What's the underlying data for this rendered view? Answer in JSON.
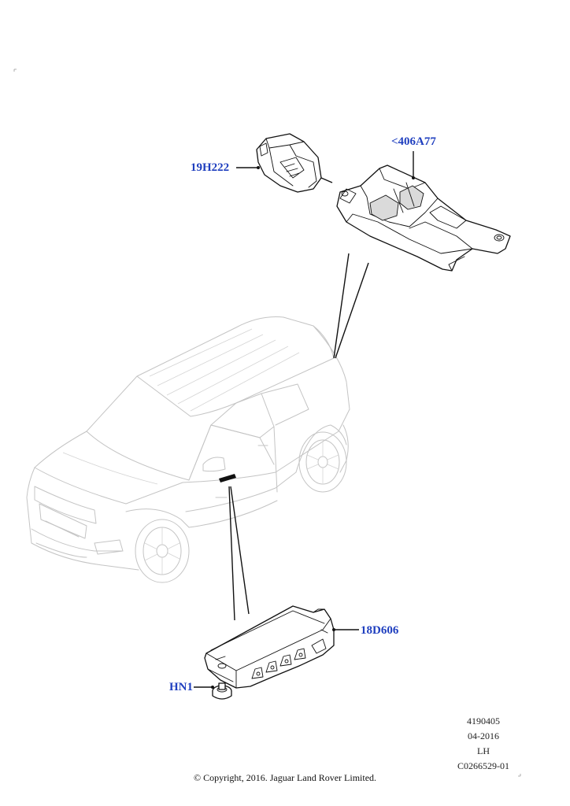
{
  "callouts": {
    "connector": "19H222",
    "bracket": "<406A77",
    "module": "18D606",
    "nut": "HN1"
  },
  "reference": {
    "number": "4190405",
    "date": "04-2016",
    "side": "LH",
    "code": "C0266529-01"
  },
  "copyright": "© Copyright, 2016. Jaguar Land Rover Limited."
}
